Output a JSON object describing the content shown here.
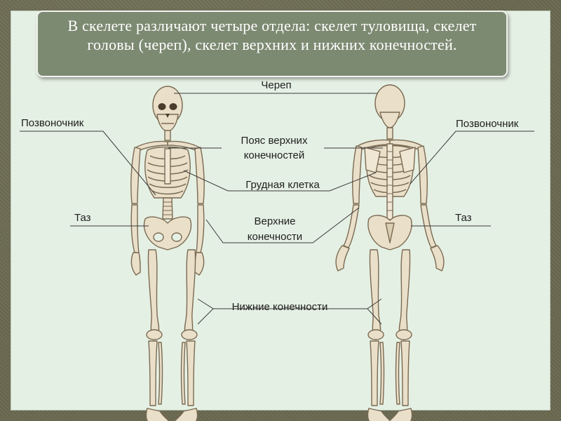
{
  "caption": "В скелете различают четыре отдела: скелет туловища, скелет головы (череп), скелет верхних и нижних конечностей.",
  "labels": {
    "skull": "Череп",
    "spine_left": "Позвоночник",
    "spine_right": "Позвоночник",
    "shoulder_girdle_1": "Пояс верхних",
    "shoulder_girdle_2": "конечностей",
    "ribcage": "Грудная клетка",
    "pelvis_left": "Таз",
    "pelvis_right": "Таз",
    "upper_limbs_1": "Верхние",
    "upper_limbs_2": "конечности",
    "lower_limbs": "Нижние конечности"
  },
  "colors": {
    "bone": "#eadfc9",
    "bone_outline": "#7a6a52",
    "panel": "#e5f0e4",
    "caption_box": "#7d8a72",
    "frame": "#6b6a52"
  }
}
